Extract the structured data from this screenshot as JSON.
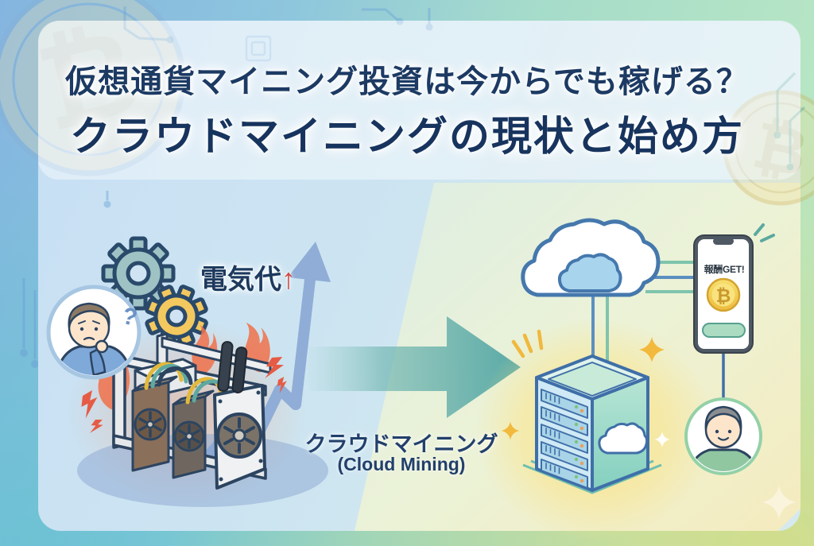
{
  "title": {
    "line1": "仮想通貨マイニング投資は今からでも稼げる？",
    "line2": "クラウドマイニングの現状と始め方"
  },
  "left_scene": {
    "electricity_label": "電気代",
    "electricity_arrow": "↑",
    "question_mark": "?"
  },
  "center_label": {
    "jp": "クラウドマイニング",
    "en": "(Cloud Mining)"
  },
  "right_scene": {
    "reward_text": "報酬GET!",
    "bitcoin_symbol": "₿"
  },
  "watermarks": {
    "bitcoin_symbol": "₿"
  },
  "colors": {
    "navy_text": "#1c3a63",
    "teal_arrow": "#58a9a6",
    "rising_arrow_blue": "#8fadd6",
    "red_accent": "#d6453c",
    "flame_orange": "#ef7550",
    "gear_teal": "#9fc3c4",
    "gear_gold": "#f3c85f",
    "cloud_outline_blue": "#4578ad",
    "coin_gold": "#f4cf52",
    "button_mint": "#abdcc2",
    "bg_blue": "#84b5e0",
    "bg_green": "#b7e6c4"
  }
}
